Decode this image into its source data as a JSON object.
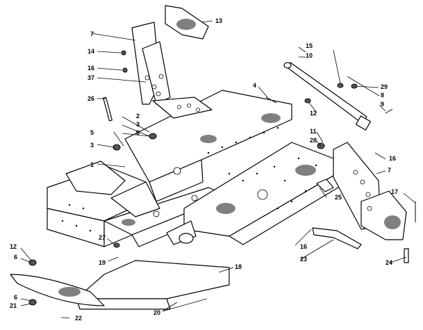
{
  "callouts": {
    "c1": "1",
    "c2": "2",
    "c3a": "3",
    "c3b": "3",
    "c4": "4",
    "c5a": "5",
    "c5b": "5",
    "c6a": "6",
    "c6b": "6",
    "c7a": "7",
    "c7b": "7",
    "c8": "8",
    "c9": "9",
    "c10": "10",
    "c11": "11",
    "c12a": "12",
    "c12b": "12",
    "c13": "13",
    "c14": "14",
    "c15": "15",
    "c16a": "16",
    "c16b": "16",
    "c16c": "16",
    "c17": "17",
    "c18": "18",
    "c19": "19",
    "c20": "20",
    "c21": "21",
    "c22": "22",
    "c23": "23",
    "c24": "24",
    "c25": "25",
    "c26": "26",
    "c27": "27",
    "c28": "28",
    "c29": "29",
    "c37": "37"
  }
}
